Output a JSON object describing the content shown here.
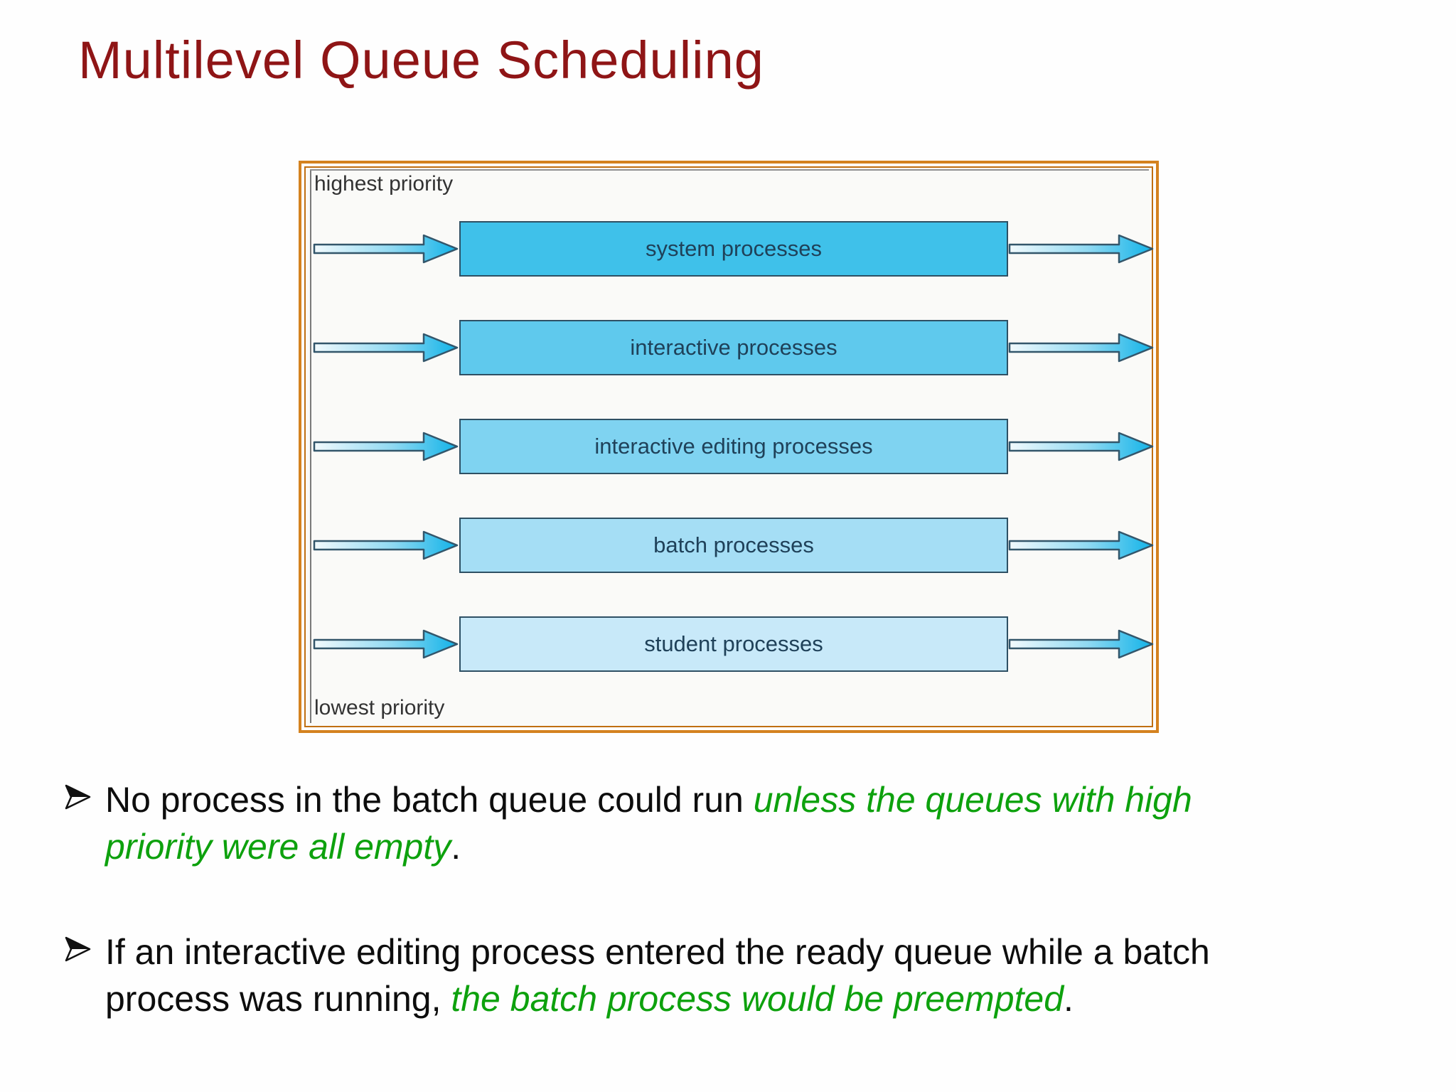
{
  "slide": {
    "title": "Multilevel Queue Scheduling",
    "title_color": "#8f1516",
    "background_color": "#fefefe",
    "emphasis_color": "#0da10d",
    "body_text_color": "#0d0d0d"
  },
  "diagram": {
    "frame_border_color": "#d4821f",
    "top_label": "highest priority",
    "bottom_label": "lowest priority",
    "box_border_color": "#2e5064",
    "arrow_head_color": "#12b3e8",
    "queues": [
      {
        "label": "system processes",
        "color": "#3fc1ea"
      },
      {
        "label": "interactive processes",
        "color": "#5fc9ed"
      },
      {
        "label": "interactive editing processes",
        "color": "#7fd3f1"
      },
      {
        "label": "batch processes",
        "color": "#a5def5"
      },
      {
        "label": "student processes",
        "color": "#c8e9f9"
      }
    ]
  },
  "bullets": [
    {
      "lines": [
        {
          "segments": [
            {
              "text": "No process in the batch queue could run ",
              "green": false
            },
            {
              "text": "unless the queues with high",
              "green": true
            }
          ]
        },
        {
          "segments": [
            {
              "text": "priority were all empty",
              "green": true
            },
            {
              "text": ".",
              "green": false
            }
          ]
        }
      ]
    },
    {
      "lines": [
        {
          "segments": [
            {
              "text": "If an interactive editing process entered the ready queue while a batch",
              "green": false
            }
          ]
        },
        {
          "segments": [
            {
              "text": "process was running, ",
              "green": false
            },
            {
              "text": "the batch process would be preempted",
              "green": true
            },
            {
              "text": ".",
              "green": false
            }
          ]
        }
      ]
    }
  ]
}
